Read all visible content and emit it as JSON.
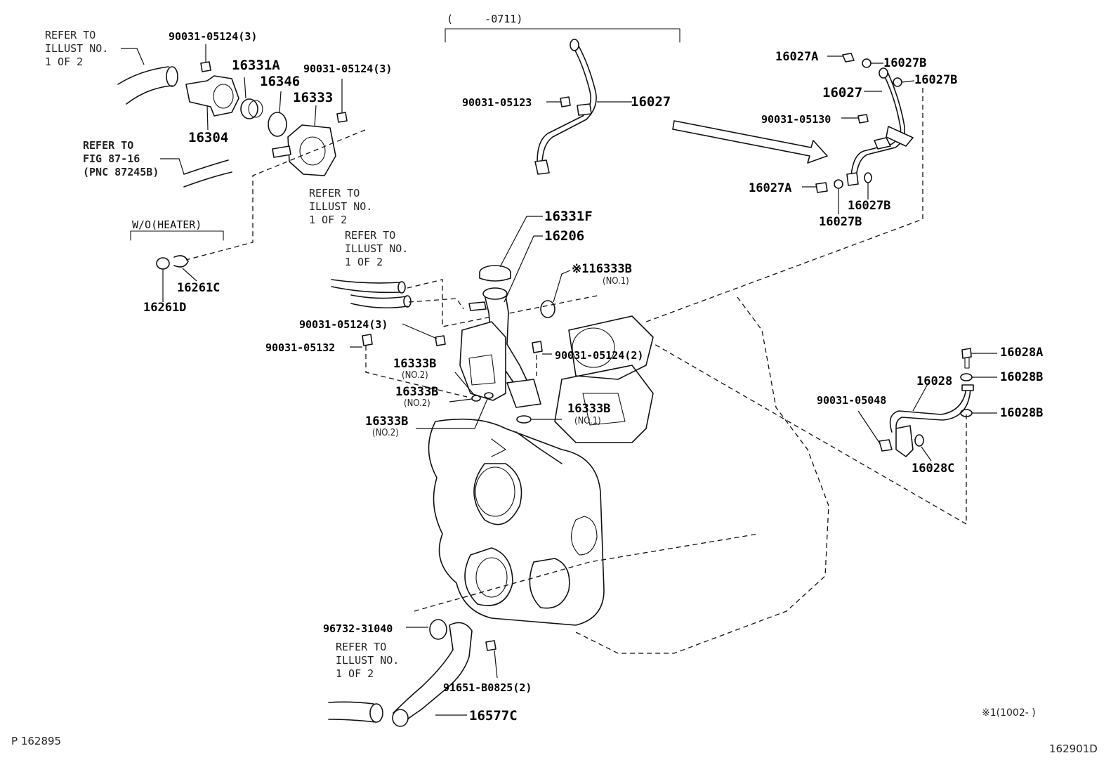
{
  "parts": {
    "p90031_05124_3_a": "90031-05124(3)",
    "p90031_05124_3_b": "90031-05124(3)",
    "p90031_05124_3_c": "90031-05124(3)",
    "p90031_05124_2": "90031-05124(2)",
    "p90031_05123": "90031-05123",
    "p90031_05130": "90031-05130",
    "p90031_05132": "90031-05132",
    "p90031_05048": "90031-05048",
    "p16331A": "16331A",
    "p16346": "16346",
    "p16333": "16333",
    "p16304": "16304",
    "p16027": "16027",
    "p16027_r": "16027",
    "p16027A_a": "16027A",
    "p16027A_b": "16027A",
    "p16027B_a": "16027B",
    "p16027B_b": "16027B",
    "p16027B_c": "16027B",
    "p16027B_d": "16027B",
    "p16261C": "16261C",
    "p16261D": "16261D",
    "p16331F": "16331F",
    "p16206": "16206",
    "p16333B_star": "※116333B",
    "p16333B_a": "16333B",
    "p16333B_b": "16333B",
    "p16333B_c": "16333B",
    "p16333B_d": "16333B",
    "p16028": "16028",
    "p16028A": "16028A",
    "p16028B_a": "16028B",
    "p16028B_b": "16028B",
    "p16028C": "16028C",
    "p96732_31040": "96732-31040",
    "p91651_B0825": "91651-B0825(2)",
    "p16577C": "16577C"
  },
  "subs": {
    "no1_a": "(NO.1)",
    "no1_b": "(NO.1)",
    "no2_a": "(NO.2)",
    "no2_b": "(NO.2)",
    "no2_c": "(NO.2)"
  },
  "notes": {
    "refer_illust_1": "REFER TO\nILLUST NO.\n1 OF 2",
    "refer_fig": "REFER TO\nFIG 87-16\n(PNC 87245B)",
    "refer_illust_2": "REFER TO\nILLUST NO.\n1 OF 2",
    "refer_illust_3": "REFER TO\nILLUST NO.\n1 OF 2",
    "refer_illust_4": "REFER TO\nILLUST NO.\n1 OF 2",
    "wo_heater": "W/O(HEATER)",
    "date_range_top": "(     -0711)",
    "star_note": "※1(1002-     )"
  },
  "footer": {
    "left_code": "P 162895",
    "right_code": "162901D"
  }
}
